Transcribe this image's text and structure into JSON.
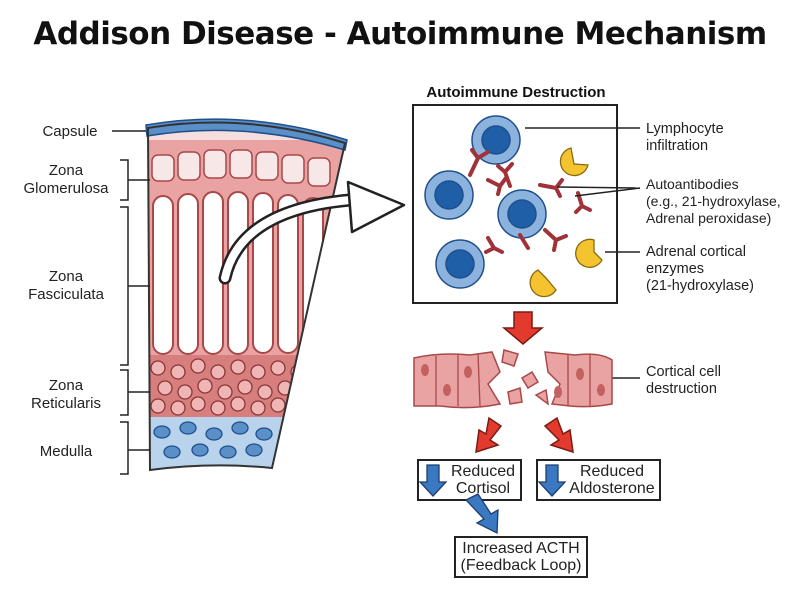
{
  "title": "Addison Disease - Autoimmune Mechanism",
  "layers": [
    {
      "id": "capsule",
      "lines": [
        "Capsule"
      ]
    },
    {
      "id": "glomerulosa",
      "lines": [
        "Zona",
        "Glomerulosa"
      ]
    },
    {
      "id": "fasciculata",
      "lines": [
        "Zona",
        "Fasciculata"
      ]
    },
    {
      "id": "reticularis",
      "lines": [
        "Zona",
        "Reticularis"
      ]
    },
    {
      "id": "medulla",
      "lines": [
        "Medulla"
      ]
    }
  ],
  "inset": {
    "title": "Autoimmune Destruction",
    "labels": [
      {
        "lines": [
          "Lymphocyte",
          "infiltration"
        ]
      },
      {
        "lines": [
          "Autoantibodies",
          "(e.g., 21-hydroxylase,",
          "Adrenal peroxidase)"
        ]
      },
      {
        "lines": [
          "Adrenal cortical",
          "enzymes",
          "(21-hydroxylase)"
        ]
      }
    ]
  },
  "destruction_label": [
    "Cortical cell",
    "destruction"
  ],
  "outcomes": {
    "cortisol": [
      "Reduced",
      "Cortisol"
    ],
    "aldosterone": [
      "Reduced",
      "Aldosterone"
    ],
    "acth": [
      "Increased ACTH",
      "(Feedback Loop)"
    ]
  },
  "colors": {
    "capsule": "#5b8fc7",
    "cortex_pink": "#e9a3a3",
    "cell_dark": "#c46060",
    "lymphocyte": "#4a7fbf",
    "lymphocyte_nucleus": "#1f5fa8",
    "antibody": "#a0333a",
    "enzyme": "#f4c430",
    "arrow_red": "#e23b2e",
    "arrow_blue": "#3a78c2",
    "medulla": "#b9d3ec"
  }
}
